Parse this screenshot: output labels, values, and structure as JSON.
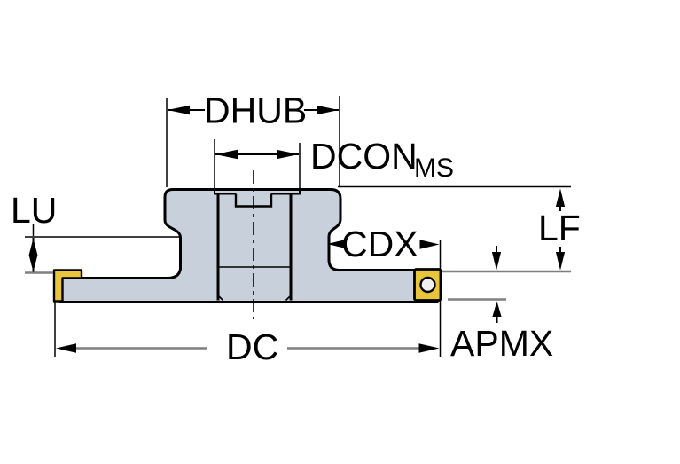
{
  "diagram": {
    "type": "technical-dimension-drawing",
    "subject": "face-milling-cutter-cross-section",
    "labels": {
      "dhub": "DHUB",
      "dcon": "DCON",
      "dcon_subscript": "MS",
      "lu": "LU",
      "lf": "LF",
      "cdx": "CDX",
      "dc": "DC",
      "apmx": "APMX"
    },
    "colors": {
      "background": "#ffffff",
      "body_fill": "#c8d1db",
      "insert_fill": "#e8c53c",
      "insert_hole_fill": "#f0f0f0",
      "outline": "#000000",
      "dimension_line_gray": "#7f7f7f"
    }
  }
}
